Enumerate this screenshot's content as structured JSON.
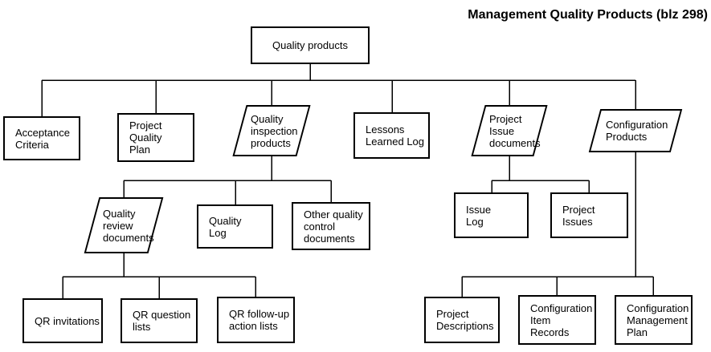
{
  "title": "Management Quality Products (blz 298)",
  "nodes": {
    "quality_products": {
      "label": "Quality products"
    },
    "acceptance_criteria": {
      "label": "Acceptance\nCriteria"
    },
    "project_quality_plan": {
      "label": "Project\nQuality\nPlan"
    },
    "quality_inspection_products": {
      "label": "Quality\ninspection\nproducts"
    },
    "lessons_learned_log": {
      "label": "Lessons\nLearned Log"
    },
    "project_issue_documents": {
      "label": "Project\nIssue\ndocuments"
    },
    "configuration_products": {
      "label": "Configuration\nProducts"
    },
    "quality_review_documents": {
      "label": "Quality\nreview\ndocuments"
    },
    "quality_log": {
      "label": "Quality\nLog"
    },
    "other_quality_control_documents": {
      "label": "Other quality\ncontrol\ndocuments"
    },
    "issue_log": {
      "label": "Issue\nLog"
    },
    "project_issues": {
      "label": "Project\nIssues"
    },
    "qr_invitations": {
      "label": "QR invitations"
    },
    "qr_question_lists": {
      "label": "QR question\nlists"
    },
    "qr_follow_up_action_lists": {
      "label": "QR follow-up\naction lists"
    },
    "project_descriptions": {
      "label": "Project\nDescriptions"
    },
    "configuration_item_records": {
      "label": "Configuration\nItem\nRecords"
    },
    "configuration_management_plan": {
      "label": "Configuration\nManagement\nPlan"
    }
  }
}
